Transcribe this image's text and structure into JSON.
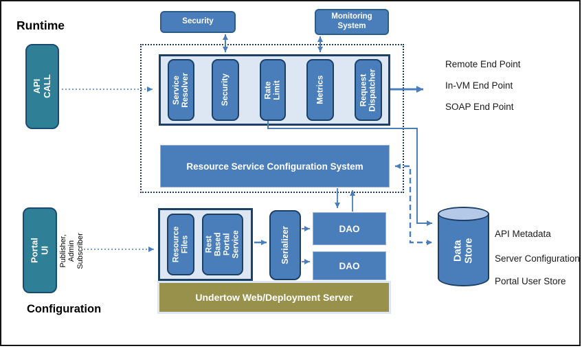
{
  "titles": {
    "runtime": "Runtime",
    "configuration": "Configuration"
  },
  "runtime_section": {
    "api_call_label": "API CALL",
    "security_top_label": "Security",
    "monitoring_label": "Monitoring\nSystem",
    "pipeline": [
      {
        "label": "Service\nResolver"
      },
      {
        "label": "Security"
      },
      {
        "label": "Rate  Limit"
      },
      {
        "label": "Metrics"
      },
      {
        "label": "Request\nDispatcher"
      }
    ],
    "rscs_label": "Resource Service Configuration System",
    "endpoints": [
      {
        "label": "Remote  End Point"
      },
      {
        "label": "In-VM End  Point"
      },
      {
        "label": "SOAP End  Point"
      }
    ]
  },
  "configuration_section": {
    "portal_ui_label": "Portal UI",
    "publisher_label": "Publisher, Admin\nSubscriber",
    "resource_files_label": "Resource\nFiles",
    "rest_based_label": "Rest Based\nPortal\nService",
    "serializer_label": "Serializer",
    "dao_top_label": "DAO",
    "dao_bottom_label": "DAO",
    "undertow_label": "Undertow Web/Deployment  Server"
  },
  "data_store": {
    "label": "Data\nStore",
    "items": [
      {
        "label": "API Metadata"
      },
      {
        "label": "Server Configuration"
      },
      {
        "label": "Portal User Store"
      }
    ]
  },
  "colors": {
    "box_blue": "#4a7ebb",
    "border_navy": "#1c3f66",
    "panel_light_blue": "#dde6f3",
    "teal": "#2f7f97",
    "olive": "#97914b",
    "cylinder_top": "#b3c9e7",
    "arrow_blue": "#4a7ebb"
  }
}
